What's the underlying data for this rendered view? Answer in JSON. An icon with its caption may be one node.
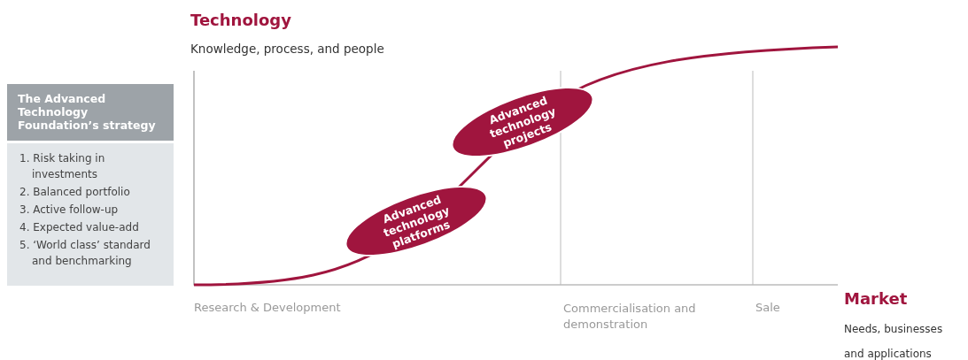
{
  "diagram": {
    "nodes": [
      {
        "text": [
          "The Advanced Technology Foundation’s strategy",
          "1. Risk taking in investments",
          "2. Balanced portfolio",
          "3. Active follow-up",
          "4. Expected value-add",
          "5. ‘World class’ standard and benchmarking"
        ]
      },
      {
        "text": [
          "Advanced technology projects"
        ]
      },
      {
        "text": [
          "Advanced technology platforms"
        ]
      }
    ],
    "edges": [],
    "labels": [
      "Technology",
      "Knowledge, process, and people",
      "Research & Development",
      "Commercialisation and demonstration",
      "Sale",
      "Market",
      "Needs, businesses and applications"
    ]
  }
}
